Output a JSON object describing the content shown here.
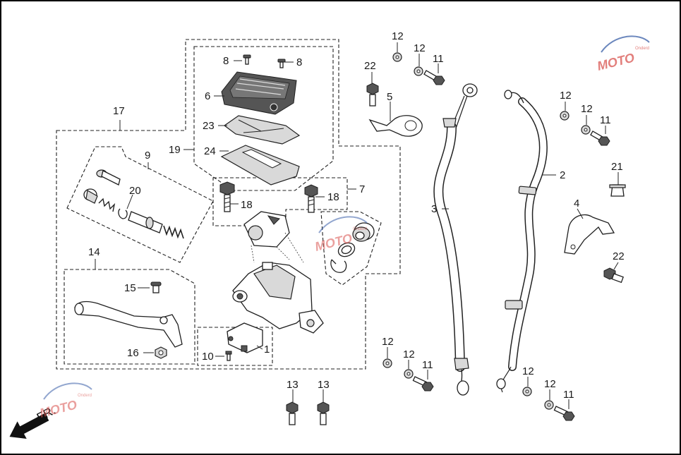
{
  "labels": {
    "l1": "1",
    "l2": "2",
    "l3": "3",
    "l4": "4",
    "l5": "5",
    "l6": "6",
    "l7": "7",
    "l8a": "8",
    "l8b": "8",
    "l9": "9",
    "l10": "10",
    "l11a": "11",
    "l11b": "11",
    "l11c": "11",
    "l11d": "11",
    "l12a": "12",
    "l12b": "12",
    "l12c": "12",
    "l12d": "12",
    "l12e": "12",
    "l12f": "12",
    "l12g": "12",
    "l12h": "12",
    "l13a": "13",
    "l13b": "13",
    "l14": "14",
    "l15": "15",
    "l16": "16",
    "l17": "17",
    "l18a": "18",
    "l18b": "18",
    "l19": "19",
    "l20": "20",
    "l21": "21",
    "l22a": "22",
    "l22b": "22",
    "l23": "23",
    "l24": "24"
  },
  "direction_label": "FR.",
  "watermark": {
    "text": "MOTO",
    "subtext": "Onderd"
  },
  "colors": {
    "line": "#1f1f1f",
    "frame": "#000000",
    "watermark_red": "#d9534f",
    "watermark_blue": "#3a5fa8",
    "background": "#ffffff"
  },
  "icons": [
    "front-direction-arrow-icon",
    "watermark-logo-icon"
  ]
}
